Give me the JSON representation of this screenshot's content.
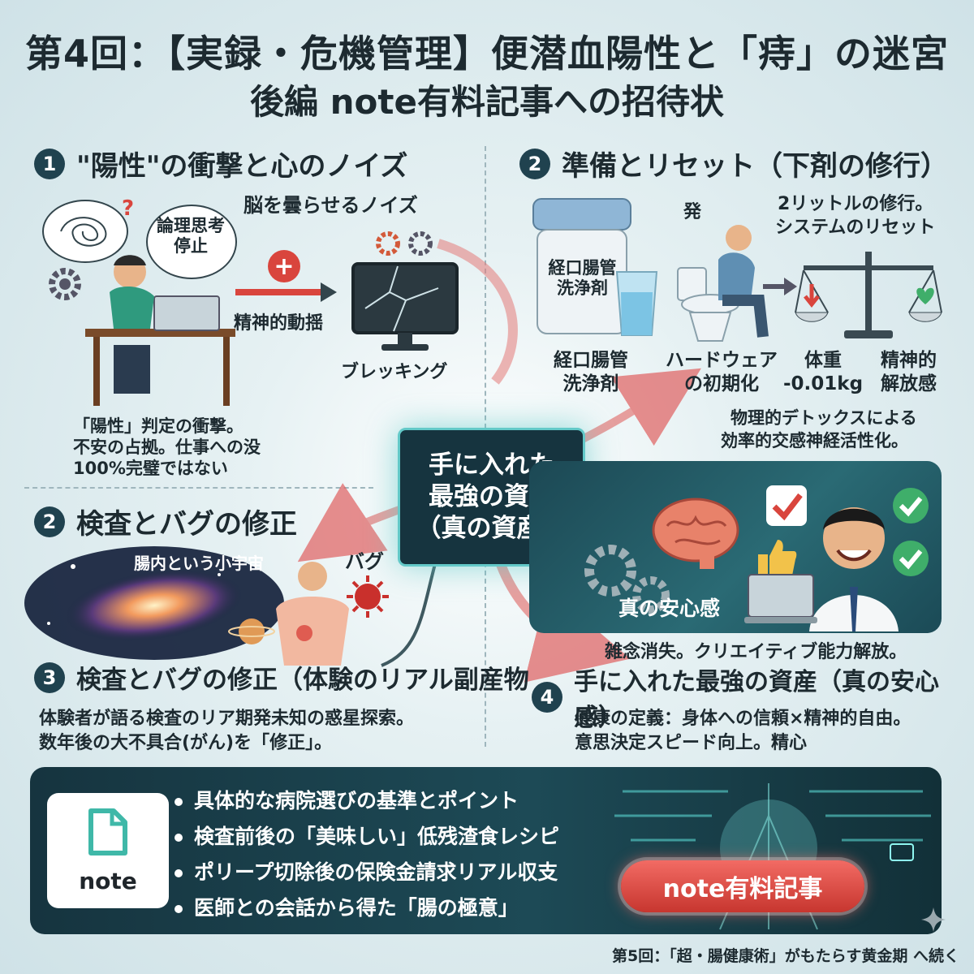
{
  "title": {
    "line1": "第4回：【実録・危機管理】便潜血陽性と「痔」の迷宮",
    "line2": "後編 note有料記事への招待状"
  },
  "section1": {
    "num": "1",
    "heading": "\"陽性\"の衝撃と心のノイズ",
    "bubble": "論理思考\n停止",
    "noise_label": "脳を曇らせるノイズ",
    "agitation_label": "精神的動揺",
    "breaking_label": "ブレッキング",
    "body_line1": "「陽性」判定の衝撃。",
    "body_line2": "不安の占拠。仕事への没",
    "body_line3": "100%完璧ではない"
  },
  "section2": {
    "num": "2",
    "heading": "準備とリセット（下剤の修行）",
    "start_label": "発",
    "bottle_label": "経口腸管\n洗浄剤",
    "bottle_caption": "経口腸管\n洗浄剤",
    "hardware_label": "ハードウェア\nの初期化",
    "reset_text": "2リットルの修行。\nシステムのリセット",
    "weight_label": "体重\n-0.01kg",
    "release_label": "精神的\n解放感",
    "body_line1": "物理的デトックスによる",
    "body_line2": "効率的交感神経活性化。"
  },
  "section2b": {
    "num": "2",
    "heading": "検査とバグの修正",
    "galaxy_label": "腸内という小宇宙",
    "bug_label": "バグ"
  },
  "section3": {
    "num": "3",
    "heading": "検査とバグの修正（体験のリアル副産物",
    "body_line1": "体験者が語る検査のリア期発未知の惑星探索。",
    "body_line2": "数年後の大不具合(がん)を「修正」。"
  },
  "center": {
    "line1": "手に入れた",
    "line2": "最強の資産",
    "line3": "（真の資産）"
  },
  "section4": {
    "num": "4",
    "panel_label": "真の安心感",
    "panel_caption": "雑念消失。クリエイティブ能力解放。",
    "heading": "手に入れた最強の資産（真の安心感）",
    "body_line1": "健康の定義：身体への信頼×精神的自由。",
    "body_line2": "意思決定スピード向上。精心"
  },
  "bottom": {
    "logo_text": "note",
    "bullets": [
      "具体的な病院選びの基準とポイント",
      "検査前後の「美味しい」低残渣食レシピ",
      "ポリープ切除後の保険金請求リアル収支",
      "医師との会話から得た「腸の極意」"
    ],
    "cta_label": "note有料記事"
  },
  "footer": "第5回：「超・腸健康術」がもたらす黄金期 へ続く",
  "colors": {
    "accent_teal": "#63c9c8",
    "dark_navy": "#16343f",
    "cta_red": "#d9453d"
  }
}
